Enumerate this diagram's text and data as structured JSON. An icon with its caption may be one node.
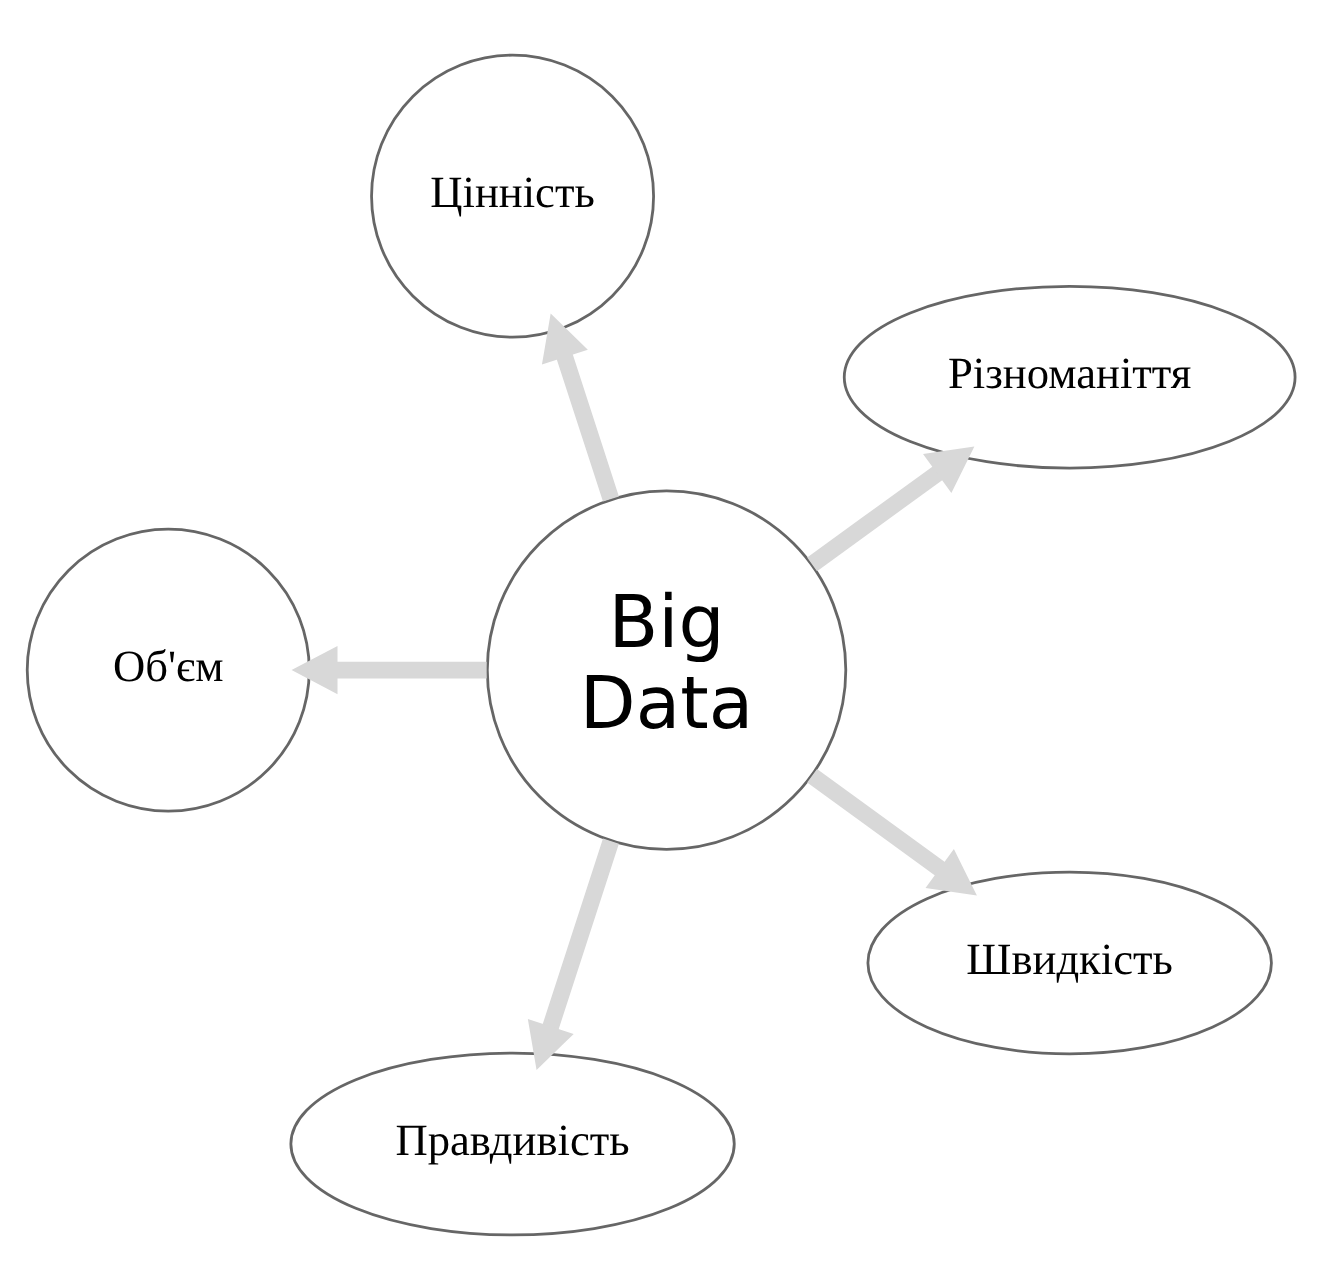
{
  "diagram": {
    "nodes": [
      {
        "text": [
          "Різноманіття"
        ]
      },
      {
        "text": [
          "Цінність"
        ]
      },
      {
        "text": [
          "Big Data"
        ]
      },
      {
        "text": [
          "Об'єм"
        ]
      },
      {
        "text": [
          "Правдивість"
        ]
      },
      {
        "text": [
          "Швидкість"
        ]
      }
    ],
    "edges": [
      {
        "from": 2,
        "to": 0,
        "arrow": "to"
      },
      {
        "from": 2,
        "to": 3,
        "arrow": "to"
      },
      {
        "from": 2,
        "to": 5,
        "arrow": "to"
      },
      {
        "from": 2,
        "to": 4,
        "arrow": "to"
      },
      {
        "from": 2,
        "to": 1,
        "arrow": "to"
      }
    ]
  }
}
